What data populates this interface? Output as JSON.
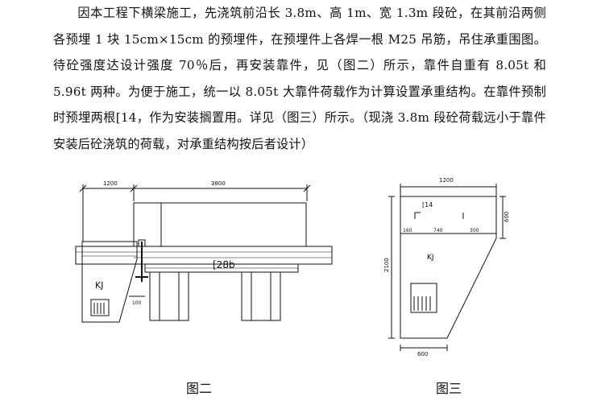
{
  "paragraph": "因本工程下横梁施工，先浇筑前沿长 3.8m、高 1m、宽 1.3m 段砼，在其前沿两侧各预埋 1 块 15cm×15cm 的预埋件，在预埋件上各焊一根 M25 吊筋，吊住承重围图。待砼强度达设计强度 70％后，再安装靠件，见（图二）所示，靠件自重有 8.05t 和 5.96t 两种。为便于施工，统一以 8.05t 大靠件荷载作为计算设置承重结构。在靠件预制时预埋两根[14，作为安装搁置用。详见（图三）所示。（现浇 3.8m 段砼荷载远小于靠件安装后砼浇筑的荷载，对承重结构按后者设计）",
  "figure2": {
    "caption": "图二",
    "dim_left": "1200",
    "dim_right": "3800",
    "channel_label": "[28b",
    "kj_label": "KJ",
    "dim_small": "100"
  },
  "figure3": {
    "caption": "图三",
    "dim_top": "1200",
    "dim_right_height": "600",
    "dim_left_height": "2100",
    "dim_bottom": "600",
    "channel_label": "[14",
    "seg_left": "160",
    "seg_mid": "740",
    "seg_right": "300",
    "kj_label": "KJ"
  }
}
